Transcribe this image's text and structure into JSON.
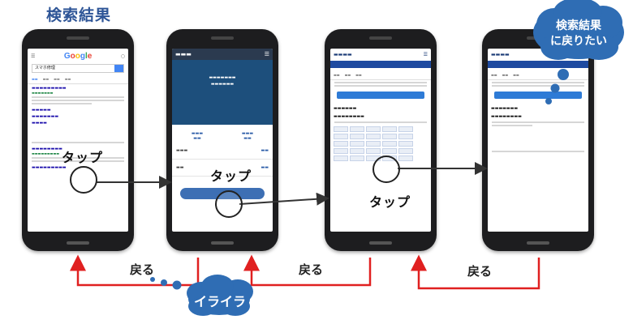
{
  "title": "検索結果",
  "phones": {
    "google": {
      "search_query": "スマホ修理"
    }
  },
  "tap_labels": [
    "タップ",
    "タップ",
    "タップ"
  ],
  "back_labels": [
    "戻る",
    "戻る",
    "戻る"
  ],
  "cloud_top": {
    "line1": "検索結果",
    "line2": "に戻りたい"
  },
  "cloud_bottom": "イライラ",
  "colors": {
    "title": "#2e5597",
    "cloud": "#2f6db4",
    "back_arrows": "#e02020"
  }
}
